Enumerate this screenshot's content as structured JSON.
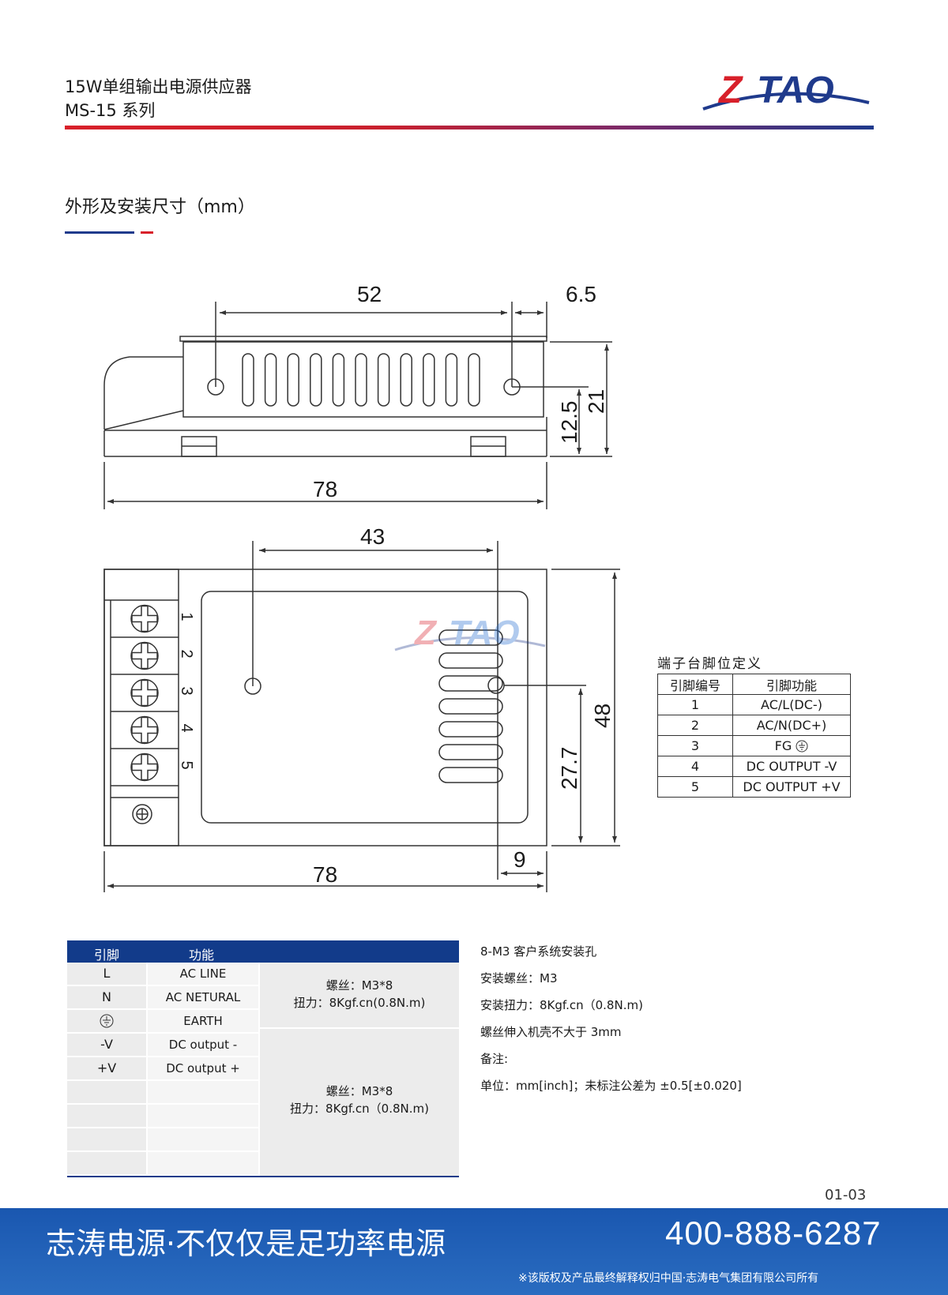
{
  "header": {
    "title": "15W单组输出电源供应器",
    "series": "MS-15 系列",
    "brand": "Z TAO",
    "brand_colors": {
      "red": "#d8202a",
      "blue": "#1f3a8c"
    }
  },
  "section": {
    "title": "外形及安装尺寸（mm）"
  },
  "drawing": {
    "side": {
      "dim_hole_spacing": "52",
      "dim_offset": "6.5",
      "dim_height": "21",
      "dim_hole_height": "12.5",
      "dim_length": "78"
    },
    "top": {
      "dim_hole_spacing": "43",
      "dim_width": "48",
      "dim_hole_offset_v": "27.7",
      "dim_hole_offset_h": "9",
      "dim_length": "78",
      "terminal_numbers": [
        "1",
        "2",
        "3",
        "4",
        "5"
      ],
      "watermark": "Z TAO"
    }
  },
  "pin_table": {
    "caption": "端子台脚位定义",
    "headers": [
      "引脚编号",
      "引脚功能"
    ],
    "rows": [
      {
        "num": "1",
        "func": "AC/L(DC-)"
      },
      {
        "num": "2",
        "func": "AC/N(DC+)"
      },
      {
        "num": "3",
        "func": "FG",
        "icon": "ground-icon"
      },
      {
        "num": "4",
        "func": "DC OUTPUT -V"
      },
      {
        "num": "5",
        "func": "DC OUTPUT +V"
      }
    ]
  },
  "terminal_table": {
    "headers": [
      "引脚",
      "功能"
    ],
    "rows": [
      {
        "pin": "L",
        "func": "AC LINE"
      },
      {
        "pin": "N",
        "func": "AC NETURAL"
      },
      {
        "pin": "",
        "pin_icon": "ground-icon",
        "func": "EARTH"
      },
      {
        "pin": "-V",
        "func": "DC output -"
      },
      {
        "pin": "+V",
        "func": "DC output +"
      },
      {
        "pin": "",
        "func": ""
      },
      {
        "pin": "",
        "func": ""
      },
      {
        "pin": "",
        "func": ""
      },
      {
        "pin": "",
        "func": ""
      }
    ],
    "group1": {
      "screw": "螺丝：M3*8",
      "torque": "扭力：8Kgf.cn(0.8N.m)"
    },
    "group2": {
      "screw": "螺丝：M3*8",
      "torque": "扭力：8Kgf.cn（0.8N.m)"
    }
  },
  "notes": [
    "8-M3 客户系统安装孔",
    "安装螺丝：M3",
    "安装扭力：8Kgf.cn（0.8N.m)",
    "螺丝伸入机壳不大于 3mm",
    "备注:",
    "单位：mm[inch]；未标注公差为 ±0.5[±0.020]"
  ],
  "page_number": "01-03",
  "footer": {
    "slogan": "志涛电源·不仅仅是足功率电源",
    "phone": "400-888-6287",
    "copyright": "※该版权及产品最终解释权归中国·志涛电气集团有限公司所有",
    "background": "#1a57b0"
  }
}
